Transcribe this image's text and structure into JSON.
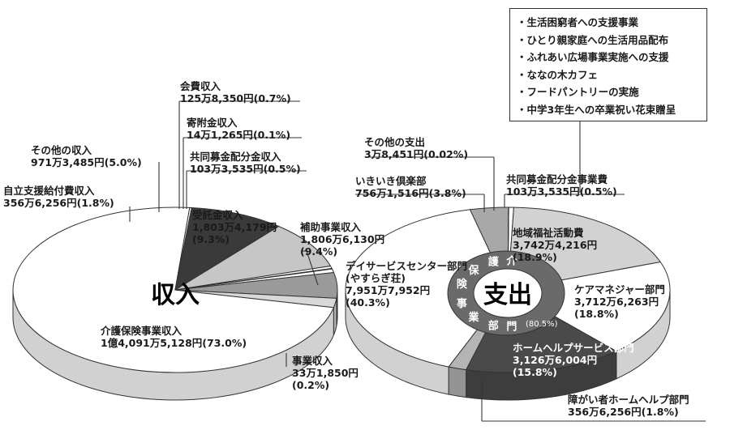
{
  "chart_data": [
    {
      "type": "pie",
      "title": "収入",
      "slices": [
        {
          "name": "介護保険事業収入",
          "value_text": "1億4,091万5,128円",
          "percent": "(73.0%)",
          "value": 73.0,
          "color": "#ffffff"
        },
        {
          "name": "事業収入",
          "value_text": "33万1,850円",
          "percent": "(0.2%)",
          "value": 0.2,
          "color": "#ffffff"
        },
        {
          "name": "補助事業収入",
          "value_text": "1,806万6,130円",
          "percent": "(9.4%)",
          "value": 9.4,
          "color": "#3a3a3a"
        },
        {
          "name": "受託金収入",
          "value_text": "1,803万4,179円",
          "percent": "(9.3%)",
          "value": 9.3,
          "color": "#c6c6c6"
        },
        {
          "name": "共同募金配分金収入",
          "value_text": "103万3,535円",
          "percent": "(0.5%)",
          "value": 0.5,
          "color": "#ffffff"
        },
        {
          "name": "寄附金収入",
          "value_text": "14万1,265円",
          "percent": "(0.1%)",
          "value": 0.1,
          "color": "#ffffff"
        },
        {
          "name": "会費収入",
          "value_text": "125万8,350円",
          "percent": "(0.7%)",
          "value": 0.7,
          "color": "#ffffff"
        },
        {
          "name": "その他の収入",
          "value_text": "971万3,485円",
          "percent": "(5.0%)",
          "value": 5.0,
          "color": "#9a9a9a"
        },
        {
          "name": "自立支援給付費収入",
          "value_text": "356万6,256円",
          "percent": "(1.8%)",
          "value": 1.8,
          "color": "#d8d8d8"
        }
      ]
    },
    {
      "type": "pie",
      "title": "支出",
      "ring_label": "介護保険事業部門",
      "ring_percent": "(80.5%)",
      "slices": [
        {
          "name": "共同募金配分金事業費",
          "value_text": "103万3,535円",
          "percent": "(0.5%)",
          "value": 0.5,
          "color": "#ffffff"
        },
        {
          "name": "地域福祉活動費",
          "value_text": "3,742万4,216円",
          "percent": "(18.9%)",
          "value": 18.9,
          "color": "#d2d2d2"
        },
        {
          "name": "ケアマネジャー部門",
          "value_text": "3,712万6,263円",
          "percent": "(18.8%)",
          "value": 18.8,
          "color": "#ffffff"
        },
        {
          "name": "ホームヘルプサービス部門",
          "value_text": "3,126万6,004円",
          "percent": "(15.8%)",
          "value": 15.8,
          "color": "#4a4a4a"
        },
        {
          "name": "障がい者ホームヘルプ部門",
          "value_text": "356万6,256円",
          "percent": "(1.8%)",
          "value": 1.8,
          "color": "#b4b4b4"
        },
        {
          "name": "デイサービスセンター部門",
          "name2": "(やすらぎ荘)",
          "value_text": "7,951万7,952円",
          "percent": "(40.3%)",
          "value": 40.3,
          "color": "#ffffff"
        },
        {
          "name": "いきいき倶楽部",
          "value_text": "756万1,516円",
          "percent": "(3.8%)",
          "value": 3.8,
          "color": "#a8a8a8"
        },
        {
          "name": "その他の支出",
          "value_text": "3万8,451円",
          "percent": "(0.02%)",
          "value": 0.02,
          "color": "#ffffff"
        }
      ]
    }
  ],
  "note_box": {
    "items": [
      "・生活困窮者への支援事業",
      "・ひとり親家庭への生活用品配布",
      "・ふれあい広場事業実施への支援",
      "・ななの木カフェ",
      "・フードパントリーの実施",
      "・中学3年生への卒業祝い花束贈呈"
    ]
  }
}
